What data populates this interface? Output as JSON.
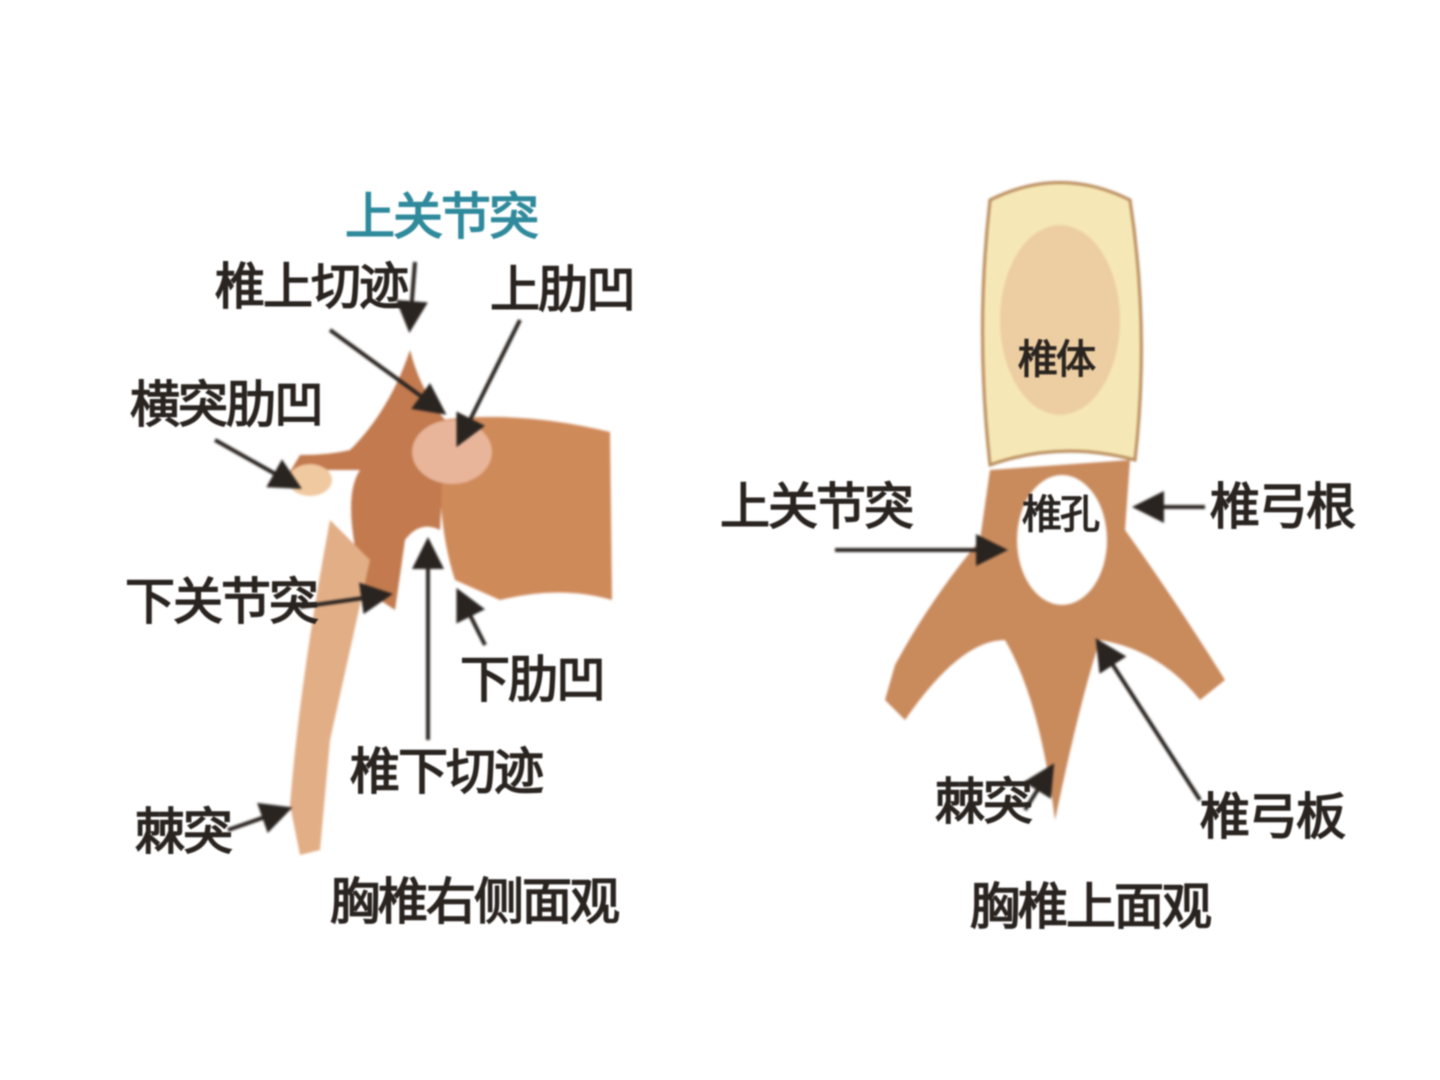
{
  "colors": {
    "bone": "#c98a5c",
    "bone_light": "#e8b48a",
    "body_top": "#f6e8b6",
    "label": "#2a2420",
    "accent_label": "#2f8a9c"
  },
  "lateral_view": {
    "caption": "胸椎右侧面观",
    "labels": {
      "superior_articular_process": "上关节突",
      "superior_vertebral_notch": "椎上切迹",
      "superior_costal_facet": "上肋凹",
      "transverse_costal_facet": "横突肋凹",
      "inferior_articular_process": "下关节突",
      "inferior_costal_facet": "下肋凹",
      "inferior_vertebral_notch": "椎下切迹",
      "spinous_process": "棘突"
    }
  },
  "superior_view": {
    "caption": "胸椎上面观",
    "labels": {
      "vertebral_body": "椎体",
      "superior_articular_process": "上关节突",
      "vertebral_foramen": "椎孔",
      "pedicle": "椎弓根",
      "spinous_process": "棘突",
      "lamina": "椎弓板"
    }
  }
}
